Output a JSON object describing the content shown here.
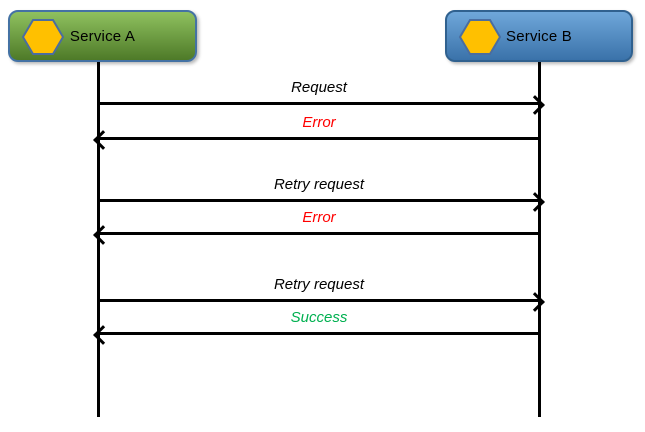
{
  "diagram": {
    "type": "sequence-diagram",
    "background": "#ffffff",
    "line_color": "#000000"
  },
  "icon": {
    "shape": "hexagon",
    "fill": "#FFC000",
    "stroke": "#4A6DA0"
  },
  "participants": [
    {
      "name": "Service A",
      "icon": "hexagon-icon",
      "fill_top": "#8FC15F",
      "fill_bottom": "#4E7A28",
      "border": "#4472A4"
    },
    {
      "name": "Service B",
      "icon": "hexagon-icon",
      "fill_top": "#6FA7DA",
      "fill_bottom": "#3A72AA",
      "border": "#30618F"
    }
  ],
  "messages": [
    {
      "label": "Request",
      "from": "Service A",
      "to": "Service B",
      "direction": "right",
      "color": "#000000"
    },
    {
      "label": "Error",
      "from": "Service B",
      "to": "Service A",
      "direction": "left",
      "color": "#FF0000"
    },
    {
      "label": "Retry request",
      "from": "Service A",
      "to": "Service B",
      "direction": "right",
      "color": "#000000"
    },
    {
      "label": "Error",
      "from": "Service B",
      "to": "Service A",
      "direction": "left",
      "color": "#FF0000"
    },
    {
      "label": "Retry request",
      "from": "Service A",
      "to": "Service B",
      "direction": "right",
      "color": "#000000"
    },
    {
      "label": "Success",
      "from": "Service B",
      "to": "Service A",
      "direction": "left",
      "color": "#00B050"
    }
  ]
}
